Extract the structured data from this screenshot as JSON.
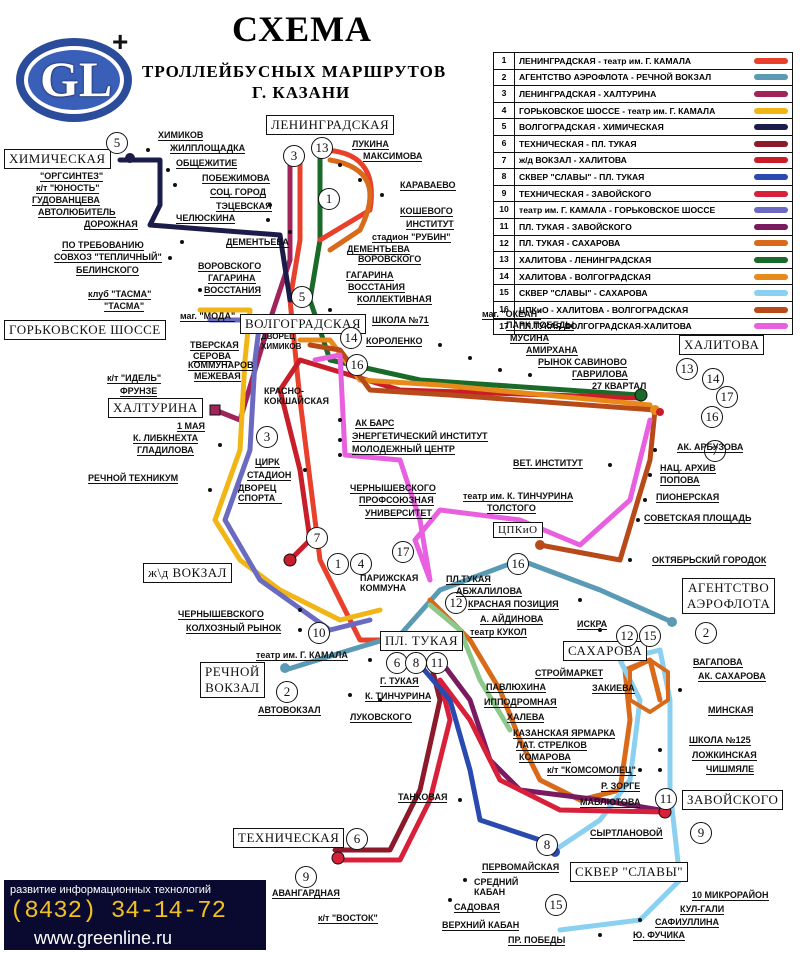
{
  "title": {
    "line1": "СХЕМА",
    "line2": "ТРОЛЛЕЙБУСНЫХ МАРШРУТОВ",
    "line3": "Г. КАЗАНИ"
  },
  "logo": {
    "text": "GL",
    "plus": "+"
  },
  "promo": {
    "tagline": "развитие информационных технологий",
    "phone": "(8432) 34-14-72",
    "site": "www.greenline.ru"
  },
  "legend": [
    {
      "num": "1",
      "name": "ЛЕНИНГРАДСКАЯ - театр им. Г. КАМАЛА",
      "color": "#e8402a"
    },
    {
      "num": "2",
      "name": "АГЕНТСТВО АЭРОФЛОТА - РЕЧНОЙ ВОКЗАЛ",
      "color": "#5a9ab5"
    },
    {
      "num": "3",
      "name": "ЛЕНИНГРАДСКАЯ - ХАЛТУРИНА",
      "color": "#a0245a"
    },
    {
      "num": "4",
      "name": "ГОРЬКОВСКОЕ ШОССЕ - театр им. Г. КАМАЛА",
      "color": "#f2b516"
    },
    {
      "num": "5",
      "name": "ВОЛГОГРАДСКАЯ - ХИМИЧЕСКАЯ",
      "color": "#1c1c4a"
    },
    {
      "num": "6",
      "name": "ТЕХНИЧЕСКАЯ - ПЛ. ТУКАЯ",
      "color": "#8c1a2a"
    },
    {
      "num": "7",
      "name": "ж/д ВОКЗАЛ - ХАЛИТОВА",
      "color": "#c81e2a"
    },
    {
      "num": "8",
      "name": "СКВЕР \"СЛАВЫ\" - ПЛ. ТУКАЯ",
      "color": "#2a4ab0"
    },
    {
      "num": "9",
      "name": "ТЕХНИЧЕСКАЯ - ЗАВОЙСКОГО",
      "color": "#d8203a"
    },
    {
      "num": "10",
      "name": "театр им. Г. КАМАЛА - ГОРЬКОВСКОЕ ШОССЕ",
      "color": "#6a6ac0"
    },
    {
      "num": "11",
      "name": "ПЛ. ТУКАЯ - ЗАВОЙСКОГО",
      "color": "#7a1a60"
    },
    {
      "num": "12",
      "name": "ПЛ. ТУКАЯ - САХАРОВА",
      "color": "#d86a1a"
    },
    {
      "num": "13",
      "name": "ХАЛИТОВА - ЛЕНИНГРАДСКАЯ",
      "color": "#1a6a2a"
    },
    {
      "num": "14",
      "name": "ХАЛИТОВА - ВОЛГОГРАДСКАЯ",
      "color": "#e88a1a"
    },
    {
      "num": "15",
      "name": "СКВЕР \"СЛАВЫ\" - САХАРОВА",
      "color": "#8ad0f0"
    },
    {
      "num": "16",
      "name": "ЦПКиО - ХАЛИТОВА - ВОЛГОГРАДСКАЯ",
      "color": "#b84a1a"
    },
    {
      "num": "17",
      "name": "ПЛ.ТУКАЯ-ВОЛГОГРАДСКАЯ-ХАЛИТОВА",
      "color": "#e860e0"
    }
  ],
  "terminals": {
    "leningradskaya": "ЛЕНИНГРАДСКАЯ",
    "khimicheskaya": "ХИМИЧЕСКАЯ",
    "gorkovskoe": "ГОРЬКОВСКОЕ ШОССЕ",
    "volgogradskaya": "ВОЛГОГРАДСКАЯ",
    "khalturina": "ХАЛТУРИНА",
    "khalitova": "ХАЛИТОВА",
    "zhd_vokzal": "ж\\д ВОКЗАЛ",
    "aeroflot1": "АГЕНТСТВО",
    "aeroflot2": "АЭРОФЛОТА",
    "pl_tukaya": "ПЛ. ТУКАЯ",
    "rechnoy1": "РЕЧНОЙ",
    "rechnoy2": "ВОКЗАЛ",
    "sakharova": "САХАРОВА",
    "tsentr": "ЦПКиО",
    "zavoyskogo": "ЗАВОЙСКОГО",
    "tekhnicheskaya": "ТЕХНИЧЕСКАЯ",
    "skver": "СКВЕР \"СЛАВЫ\""
  },
  "stops": [
    "ХИМИКОВ",
    "ЖИЛПЛОЩАДКА",
    "ОБЩЕЖИТИЕ",
    "ПОБЕЖИМОВА",
    "СОЦ. ГОРОД",
    "ТЭЦЕВСКАЯ",
    "ЧЕЛЮСКИНА",
    "\"ОРГСИНТЕЗ\"",
    "к/т \"ЮНОСТЬ\"",
    "ГУДОВАНЦЕВА",
    "АВТОЛЮБИТЕЛЬ",
    "ДОРОЖНАЯ",
    "ПО ТРЕБОВАНИЮ",
    "СОВХОЗ \"ТЕПЛИЧНЫЙ\"",
    "БЕЛИНСКОГО",
    "ДЕМЕНТЬЕВА",
    "ВОРОВСКОГО",
    "ГАГАРИНА",
    "ВОССТАНИЯ",
    "клуб \"ТАСМА\"",
    "\"ТАСМА\"",
    "маг. \"МОДА\"",
    "ЛУКИНА",
    "МАКСИМОВА",
    "КАРАВАЕВО",
    "КОШЕВОГО",
    "ИНСТИТУТ",
    "стадион \"РУБИН\"",
    "ДЕМЕНТЬЕВА",
    "ВОРОВСКОГО",
    "ГАГАРИНА",
    "ВОССТАНИЯ",
    "КОЛЛЕКТИВНАЯ",
    "ШКОЛА №71",
    "КОРОЛЕНКО",
    "маг. \"ОКЕАН\"",
    "ПАРК ПОБЕДЫ",
    "МУСИНА",
    "АМИРХАНА",
    "РЫНОК САВИНОВО",
    "ГАВРИЛОВА",
    "27 КВАРТАЛ",
    "ДВОРЕЦ ХИМИКОВ",
    "ТВЕРСКАЯ",
    "СЕРОВА",
    "КОММУНАРОВ",
    "к/т \"ИДЕЛЬ\"",
    "МЕЖЕВАЯ",
    "ФРУНЗЕ",
    "КРАСНО-КОКШАЙСКАЯ",
    "1 МАЯ",
    "К. ЛИБКНЕХТА",
    "ГЛАДИЛОВА",
    "РЕЧНОЙ ТЕХНИКУМ",
    "ЦИРК",
    "СТАДИОН",
    "ДВОРЕЦ СПОРТА",
    "АК БАРС",
    "ЭНЕРГЕТИЧЕСКИЙ ИНСТИТУТ",
    "МОЛОДЕЖНЫЙ ЦЕНТР",
    "ВЕТ. ИНСТИТУТ",
    "АК. АРБУЗОВА",
    "НАЦ. АРХИВ",
    "ПОПОВА",
    "ПИОНЕРСКАЯ",
    "СОВЕТСКАЯ ПЛОЩАДЬ",
    "ОКТЯБРЬСКИЙ ГОРОДОК",
    "ЧЕРНЫШЕВСКОГО",
    "ПРОФСОЮЗНАЯ",
    "УНИВЕРСИТЕТ",
    "театр им. К. ТИНЧУРИНА",
    "ТОЛСТОГО",
    "ПАРИЖСКАЯ КОММУНА",
    "ПЛ.ТУКАЯ",
    "АБЖАЛИЛОВА",
    "КРАСНАЯ ПОЗИЦИЯ",
    "А. АЙДИНОВА",
    "театр КУКОЛ",
    "ИСКРА",
    "ЧЕРНЫШЕВСКОГО",
    "КОЛХОЗНЫЙ РЫНОК",
    "театр им. Г. КАМАЛА",
    "Г. ТУКАЯ",
    "К. ТИНЧУРИНА",
    "АВТОВОКЗАЛ",
    "ЛУКОВСКОГО",
    "ВАГАПОВА",
    "АК. САХАРОВА",
    "МИНСКАЯ",
    "СТРОЙМАРКЕТ",
    "ЗАКИЕВА",
    "ПАВЛЮХИНА",
    "ИППОДРОМНАЯ",
    "ХАЛЕВА",
    "КАЗАНСКАЯ ЯРМАРКА",
    "ЛАТ. СТРЕЛКОВ",
    "КОМАРОВА",
    "к/т \"КОМСОМОЛЕЦ\"",
    "Р. ЗОРГЕ",
    "МАВЛЮТОВА",
    "ШКОЛА №125",
    "ЛОЖКИНСКАЯ",
    "ЧИШМЯЛЕ",
    "СЫРТЛАНОВОЙ",
    "ТАНКОВАЯ",
    "ПЕРВОМАЙСКАЯ",
    "СРЕДНИЙ КАБАН",
    "САДОВАЯ",
    "ВЕРХНИЙ КАБАН",
    "ПР. ПОБЕДЫ",
    "Ю. ФУЧИКА",
    "САФИУЛЛИНА",
    "КУЛ-ГАЛИ",
    "10 МИКРОРАЙОН",
    "АВАНГАРДНАЯ",
    "к/т \"ВОСТОК\""
  ]
}
